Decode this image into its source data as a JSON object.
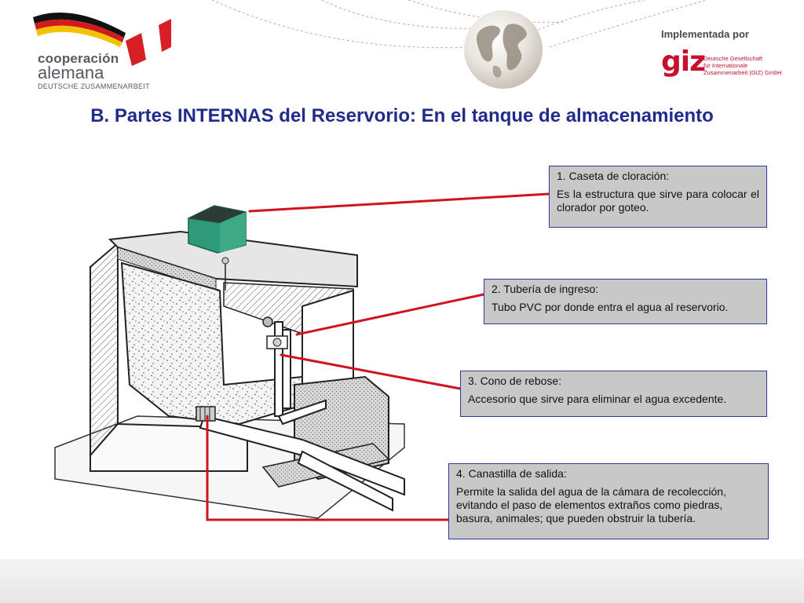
{
  "header": {
    "logo_cooperacion": {
      "line1": "cooperación",
      "line2": "alemana",
      "line3": "DEUTSCHE ZUSAMMENARBEIT"
    },
    "implemented_by": "Implementada por",
    "giz_mark": "giz",
    "giz_name": [
      "Deutsche Gesellschaft",
      "für Internationale",
      "Zusammenarbeit (GIZ) GmbH"
    ]
  },
  "title": "B. Partes INTERNAS del Reservorio: En el tanque de almacenamiento",
  "callouts": [
    {
      "heading": "1. Caseta de cloración:",
      "text": "Es la estructura que sirve para colocar el clorador por goteo."
    },
    {
      "heading": "2. Tubería de ingreso:",
      "text": "Tubo PVC por donde entra el agua al reservorio."
    },
    {
      "heading": "3. Cono de rebose:",
      "text": "Accesorio que sirve para eliminar el agua excedente."
    },
    {
      "heading": "4. Canastilla de salida:",
      "text": "Permite la salida del agua de la cámara de recolección, evitando el paso de elementos extraños como piedras, basura, animales; que pueden obstruir la tubería."
    }
  ],
  "colors": {
    "title": "#1f2c8c",
    "callout_fill": "#c8c8c8",
    "callout_border": "#2a3a9a",
    "connector": "#d0141f",
    "giz_red": "#c8102e"
  },
  "icons": [
    "germany-flag-ribbon",
    "peru-flag-ribbon",
    "globe-icon",
    "giz-logo"
  ]
}
